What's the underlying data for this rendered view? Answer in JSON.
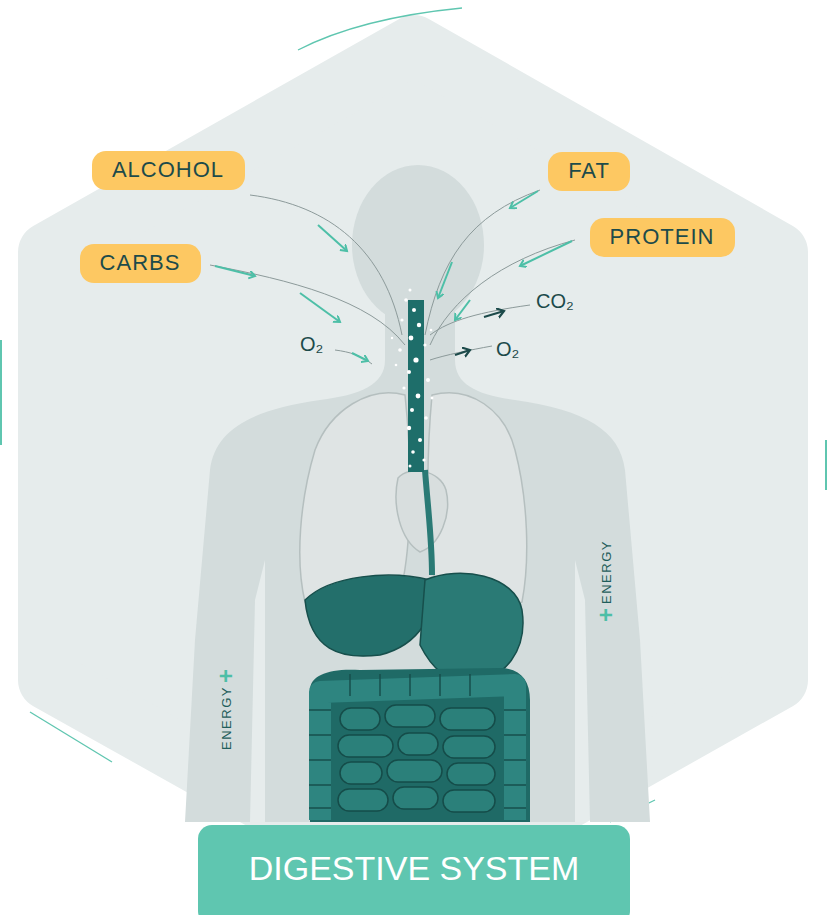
{
  "diagram": {
    "nodes": [
      {
        "text": [
          "ALCOHOL"
        ]
      },
      {
        "text": [
          "FAT"
        ]
      },
      {
        "text": [
          "PROTEIN"
        ]
      },
      {
        "text": [
          "CARBS"
        ]
      },
      {
        "text": [
          "DIGESTIVE SYSTEM"
        ]
      }
    ],
    "labels": [
      "O₂",
      "CO₂",
      "O₂",
      "ENERGY",
      "+",
      "ENERGY",
      "+"
    ]
  }
}
